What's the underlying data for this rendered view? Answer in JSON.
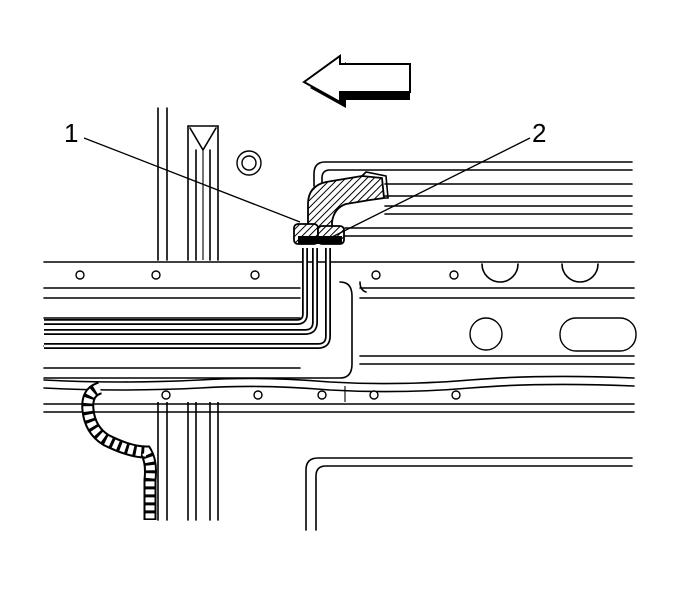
{
  "callouts": [
    {
      "id": "1",
      "label": "1"
    },
    {
      "id": "2",
      "label": "2"
    }
  ],
  "colors": {
    "line": "#000000",
    "background": "#ffffff",
    "fill": "#ffffff"
  },
  "icons": {
    "direction": "arrow-left-icon"
  }
}
